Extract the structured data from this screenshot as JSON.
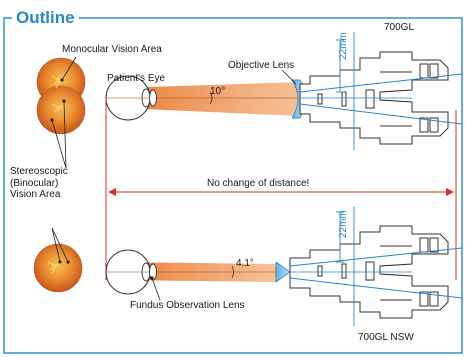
{
  "title": "Outline",
  "labels": {
    "monocular_area": "Monocular Vision Area",
    "patients_eye": "Patient's Eye",
    "objective_lens": "Objective Lens",
    "stereo_area": "Stereoscopic\n(Binocular)\nVision Area",
    "no_change": "No change of distance!",
    "fundus_lens": "Fundus Observation Lens"
  },
  "models": {
    "top": {
      "name": "700GL",
      "angle": "10°",
      "width": "22mm"
    },
    "bottom": {
      "name": "700GL NSW",
      "angle": "4.1°",
      "width": "22mm"
    }
  },
  "colors": {
    "accent": "#2a88c8",
    "beam": "#e8762a",
    "fundus": "#d9631e",
    "red_line": "#d9302b"
  }
}
